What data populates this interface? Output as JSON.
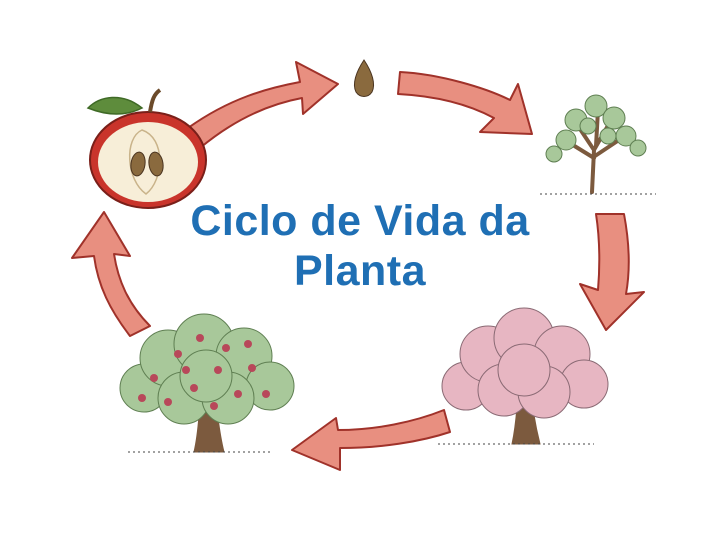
{
  "title": {
    "line1": "Ciclo de Vida da",
    "line2": "Planta"
  },
  "colors": {
    "title": "#1f6fb4",
    "arrow_fill": "#e88f80",
    "arrow_stroke": "#a0322a",
    "foliage": "#a8c89a",
    "blossom": "#e7b6c2",
    "fruit": "#b8485a",
    "trunk": "#7c5a3e",
    "apple_red": "#c9342b",
    "seed": "#8a6a3e"
  },
  "stages": [
    "apple-halved",
    "seed",
    "sapling",
    "flowering-tree",
    "fruiting-tree"
  ]
}
